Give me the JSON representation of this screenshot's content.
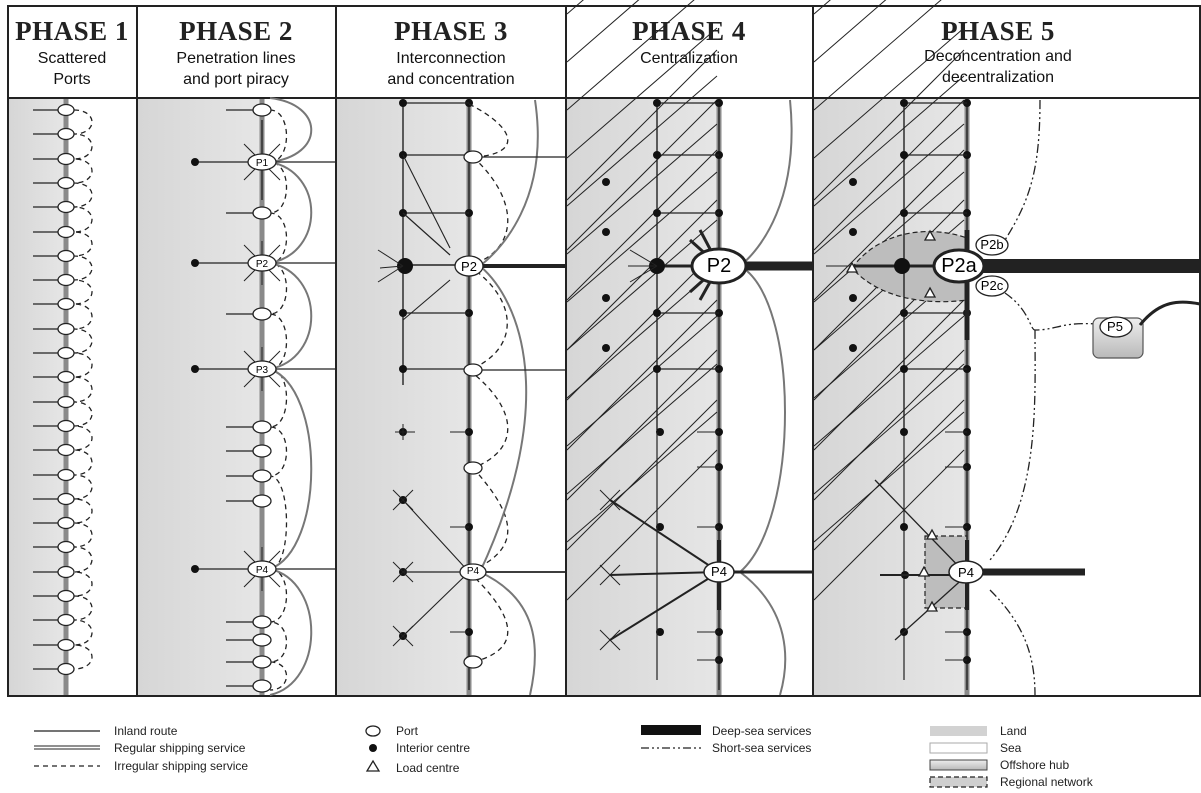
{
  "phases": [
    {
      "title": "PHASE 1",
      "subtitle": [
        "Scattered",
        "Ports"
      ]
    },
    {
      "title": "PHASE 2",
      "subtitle": [
        "Penetration lines",
        "and port piracy"
      ]
    },
    {
      "title": "PHASE 3",
      "subtitle": [
        "Interconnection",
        "and concentration"
      ]
    },
    {
      "title": "PHASE 4",
      "subtitle": [
        "Centralization"
      ]
    },
    {
      "title": "PHASE 5",
      "subtitle": [
        "Deconcentration and",
        "decentralization"
      ]
    }
  ],
  "ports": {
    "p1": "P1",
    "p2": "P2",
    "p3": "P3",
    "p4": "P4",
    "p2a": "P2a",
    "p2b": "P2b",
    "p2c": "P2c",
    "p5": "P5"
  },
  "legend": {
    "inland_route": "Inland route",
    "regular_shipping": "Regular shipping service",
    "irregular_shipping": "Irregular shipping service",
    "port": "Port",
    "interior_centre": "Interior centre",
    "load_centre": "Load centre",
    "deep_sea": "Deep-sea services",
    "short_sea": "Short-sea services",
    "land": "Land",
    "sea": "Sea",
    "offshore_hub": "Offshore hub",
    "regional_network": "Regional network"
  },
  "colors": {
    "land": "#d9d9d9",
    "sea": "#ffffff",
    "coast": "#9a9a9a",
    "line": "#222222"
  }
}
